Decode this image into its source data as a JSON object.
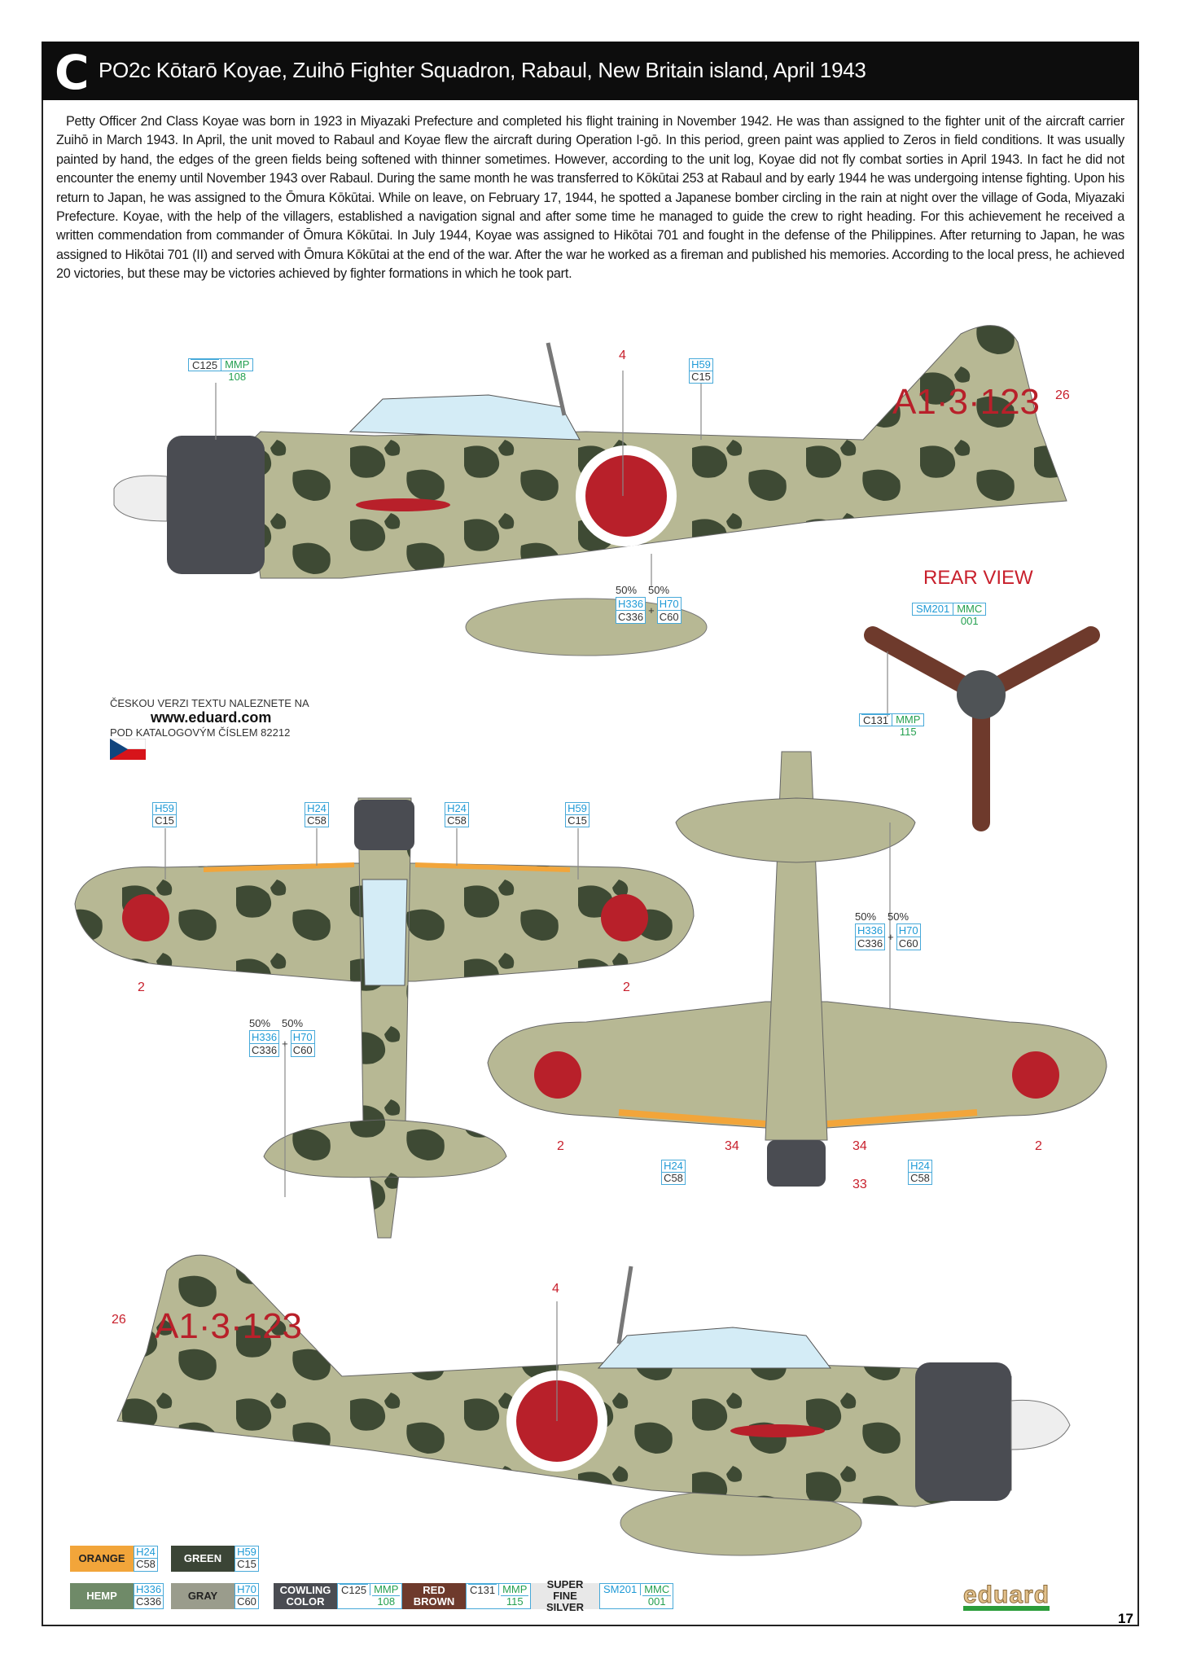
{
  "header": {
    "letter": "C",
    "title": "PO2c Kōtarō Koyae, Zuihō Fighter Squadron, Rabaul, New Britain island, April 1943"
  },
  "story": "Petty Officer 2nd Class Koyae was born in 1923 in Miyazaki Prefecture and completed his flight training in November 1942. He was than assigned to the fighter unit of the aircraft carrier Zuihō in March 1943. In April, the unit moved to Rabaul and Koyae flew the aircraft during Operation I-gō. In this period, green paint was applied to Zeros in field conditions. It was usually painted by hand, the edges of the green fields being softened with thinner sometimes. However, according to the unit log, Koyae did not fly combat sorties in April 1943. In fact he did not encounter the enemy until November 1943 over Rabaul. During the same month he was transferred to Kōkūtai 253 at Rabaul and by early 1944 he was undergoing intense fighting. Upon his return to Japan, he was assigned to the Ōmura Kōkūtai. While on leave, on February 17, 1944, he spotted a Japanese bomber circling in the rain at night over the village of Goda, Miyazaki Prefecture. Koyae, with the help of the villagers, established a navigation signal and after some time he managed to guide the crew to right heading. For this achievement he received a written commendation from commander of Ōmura Kōkūtai. In July 1944, Koyae was assigned to Hikōtai 701 and fought in the defense of the Philippines. After returning to Japan, he was assigned to Hikōtai 701 (II) and served with Ōmura Kōkūtai at the end of the war. After the war he worked as a fireman and published his memories. According to the local press, he achieved 20 victories, but these may be victories achieved by fighter formations in which he took part.",
  "markings": {
    "tail_code": "A1·3·123",
    "rear_view": "REAR VIEW"
  },
  "labels": [
    "4",
    "26",
    "2",
    "2",
    "2",
    "34",
    "34",
    "2",
    "33",
    "26",
    "4"
  ],
  "callouts": [
    {
      "type": "mmp",
      "c": "C125",
      "m": "MMP",
      "n": "108"
    },
    {
      "type": "pair",
      "h": "H59",
      "c": "C15"
    },
    {
      "type": "mix",
      "p1": "50%",
      "p2": "50%",
      "h1": "H336",
      "c1": "C336",
      "h2": "H70",
      "c2": "C60",
      "plus": "+"
    },
    {
      "type": "sm",
      "s": "SM201",
      "m": "MMC",
      "n": "001"
    },
    {
      "type": "mmp",
      "c": "C131",
      "m": "MMP",
      "n": "115"
    },
    {
      "type": "pair",
      "h": "H59",
      "c": "C15"
    },
    {
      "type": "pair",
      "h": "H24",
      "c": "C58"
    },
    {
      "type": "pair",
      "h": "H24",
      "c": "C58"
    },
    {
      "type": "pair",
      "h": "H59",
      "c": "C15"
    },
    {
      "type": "mix",
      "p1": "50%",
      "p2": "50%",
      "h1": "H336",
      "c1": "C336",
      "h2": "H70",
      "c2": "C60",
      "plus": "+"
    },
    {
      "type": "mix",
      "p1": "50%",
      "p2": "50%",
      "h1": "H336",
      "c1": "C336",
      "h2": "H70",
      "c2": "C60",
      "plus": "+"
    },
    {
      "type": "pair",
      "h": "H24",
      "c": "C58"
    },
    {
      "type": "pair",
      "h": "H24",
      "c": "C58"
    }
  ],
  "czech": {
    "line1": "ČESKOU VERZI TEXTU NALEZNETE NA",
    "url": "www.eduard.com",
    "line2": "POD KATALOGOVÝM ČÍSLEM 82212"
  },
  "legend": [
    {
      "name": "ORANGE",
      "color": "#f2a53a",
      "text": "#222",
      "codes": {
        "type": "pair",
        "h": "H24",
        "c": "C58"
      }
    },
    {
      "name": "GREEN",
      "color": "#3b4536",
      "text": "#fff",
      "codes": {
        "type": "pair",
        "h": "H59",
        "c": "C15"
      }
    },
    {
      "name": "HEMP",
      "color": "#6f8a68",
      "text": "#fff",
      "codes": {
        "type": "pair",
        "h": "H336",
        "c": "C336"
      }
    },
    {
      "name": "GRAY",
      "color": "#9a9c8c",
      "text": "#222",
      "codes": {
        "type": "pair",
        "h": "H70",
        "c": "C60"
      }
    },
    {
      "name": "COWLING COLOR",
      "color": "#4a4c52",
      "text": "#fff",
      "codes": {
        "type": "mmp",
        "c": "C125",
        "m": "MMP",
        "n": "108"
      }
    },
    {
      "name": "RED BROWN",
      "color": "#6e3a2c",
      "text": "#fff",
      "codes": {
        "type": "mmp",
        "c": "C131",
        "m": "MMP",
        "n": "115"
      }
    },
    {
      "name": "SUPER FINE SILVER",
      "color": "#e8e8e8",
      "text": "#222",
      "codes": {
        "type": "sm",
        "s": "SM201",
        "m": "MMC",
        "n": "001"
      }
    }
  ],
  "logo": "eduard",
  "page_number": "17",
  "colors": {
    "camo_base": "#b7b894",
    "camo_green": "#3e4a34",
    "hinomaru": "#b8202a",
    "cowling": "#4a4c52",
    "prop": "#6e3a2c",
    "orange": "#f2a53a"
  }
}
